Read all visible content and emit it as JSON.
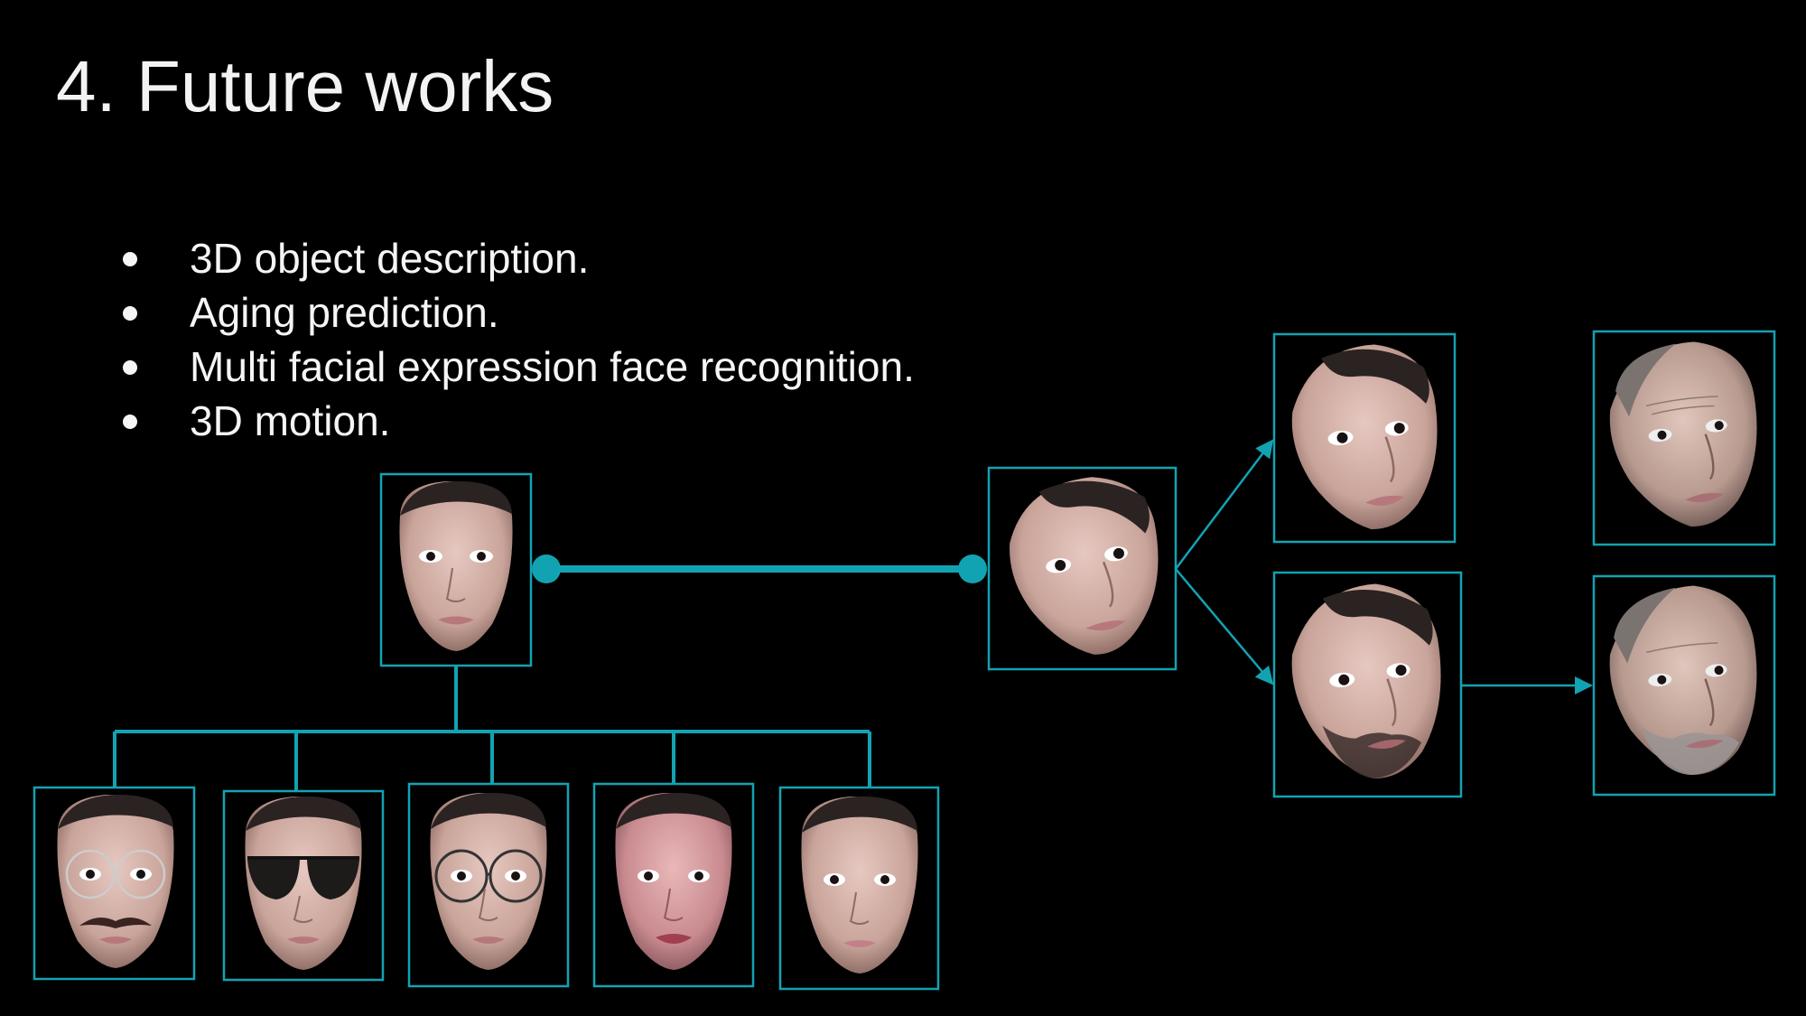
{
  "slide": {
    "title": "4. Future works",
    "bullets": [
      "3D object description.",
      "Aging prediction.",
      "Multi facial expression face recognition.",
      "3D motion."
    ]
  },
  "colors": {
    "background": "#000000",
    "accent": "#12a3b3",
    "text": "#f2f2f2"
  },
  "faces": [
    {
      "name": "face-frontal-original",
      "variant": "plain"
    },
    {
      "name": "face-rotated",
      "variant": "rotated"
    },
    {
      "name": "face-rotated-young",
      "variant": "rotated"
    },
    {
      "name": "face-rotated-beard",
      "variant": "beard"
    },
    {
      "name": "face-aged",
      "variant": "aged"
    },
    {
      "name": "face-aged-beard",
      "variant": "aged-beard"
    },
    {
      "name": "face-glasses-mustache",
      "variant": "glasses-mustache"
    },
    {
      "name": "face-sunglasses",
      "variant": "sunglasses"
    },
    {
      "name": "face-round-glasses",
      "variant": "round-glasses"
    },
    {
      "name": "face-makeup",
      "variant": "makeup"
    },
    {
      "name": "face-plain-variant",
      "variant": "plain"
    }
  ]
}
